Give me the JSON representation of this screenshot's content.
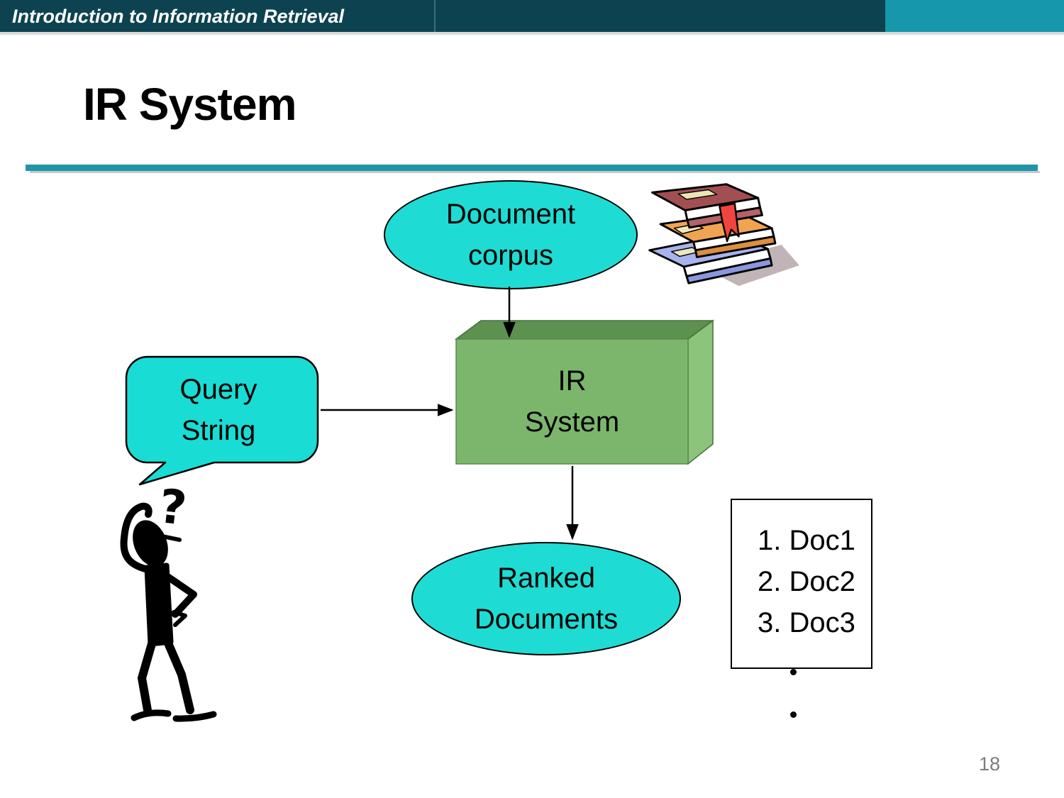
{
  "header": {
    "course_title": "Introduction to Information Retrieval"
  },
  "slide": {
    "title": "IR System",
    "page_number": "18"
  },
  "diagram": {
    "document_corpus": {
      "line1": "Document",
      "line2": "corpus"
    },
    "ir_system_box": {
      "line1": "IR",
      "line2": "System"
    },
    "query_string": {
      "line1": "Query",
      "line2": "String"
    },
    "ranked_documents": {
      "line1": "Ranked",
      "line2": "Documents"
    },
    "results_list": [
      "1. Doc1",
      "2. Doc2",
      "3. Doc3"
    ],
    "question_mark": "?"
  },
  "icons": {
    "books": "stacked-books-clipart",
    "person": "confused-stick-figure"
  },
  "colors": {
    "header_bar": "#0d4350",
    "header_accent": "#1697ab",
    "title_rule": "#1e95aa",
    "shape_teal": "#1edcd3",
    "box_green_front": "#7cb66d",
    "box_green_top": "#5d9150",
    "box_green_side": "#8cc47b",
    "page_number_gray": "#7c7c7c"
  }
}
